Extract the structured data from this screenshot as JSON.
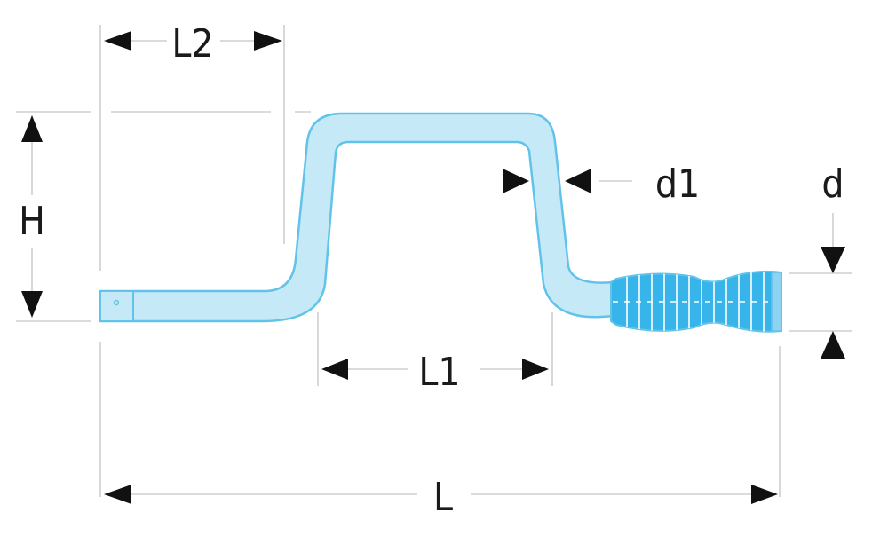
{
  "labels": {
    "L2": "L2",
    "H": "H",
    "d1": "d1",
    "d": "d",
    "L1": "L1",
    "L": "L"
  },
  "colors": {
    "tube_fill": "#c6e9f7",
    "tube_stroke": "#62c3ea",
    "grip_fill": "#37b4ea",
    "grip_line": "#ffffff",
    "dimension_line": "#cfcfcf",
    "arrow": "#111111",
    "text": "#1a1a1a"
  }
}
